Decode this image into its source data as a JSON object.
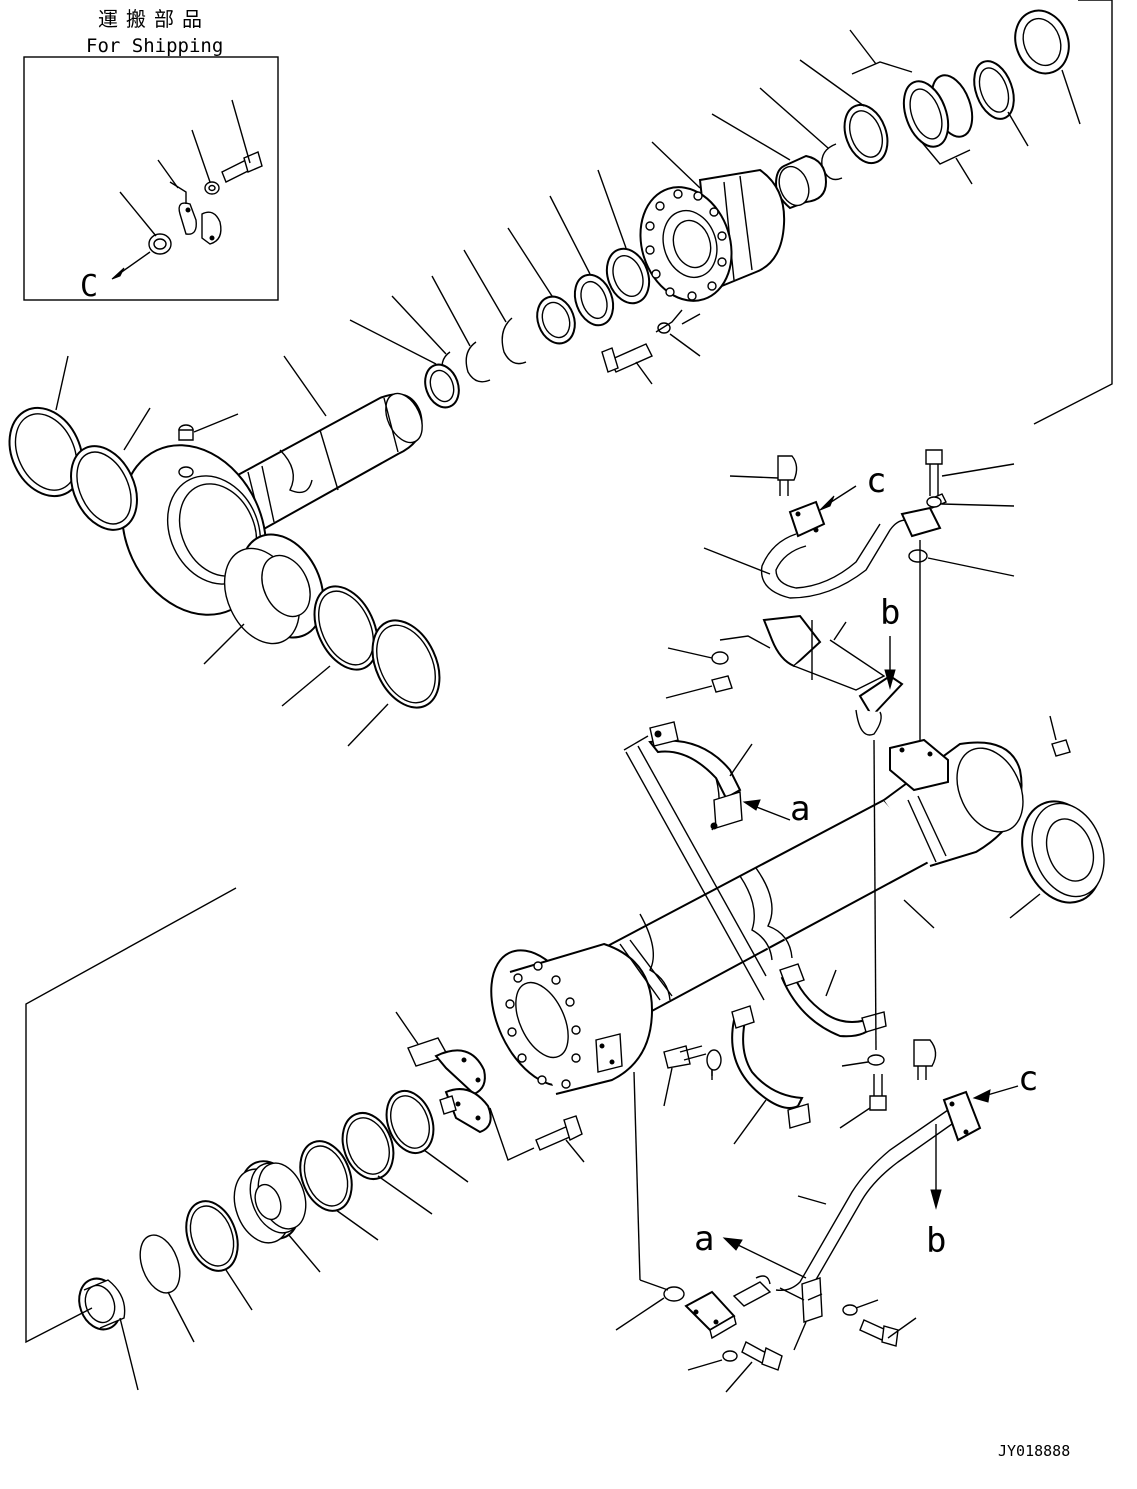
{
  "shipping_box": {
    "title_jp": "運搬部品",
    "title_en": "For Shipping",
    "callout": "C"
  },
  "callouts": {
    "c_upper": "c",
    "c_lower": "c",
    "b_upper": "b",
    "b_lower": "b",
    "a_upper": "a",
    "a_lower": "a"
  },
  "drawing_code": "JY018888",
  "colors": {
    "line": "#000000",
    "background": "#ffffff"
  }
}
